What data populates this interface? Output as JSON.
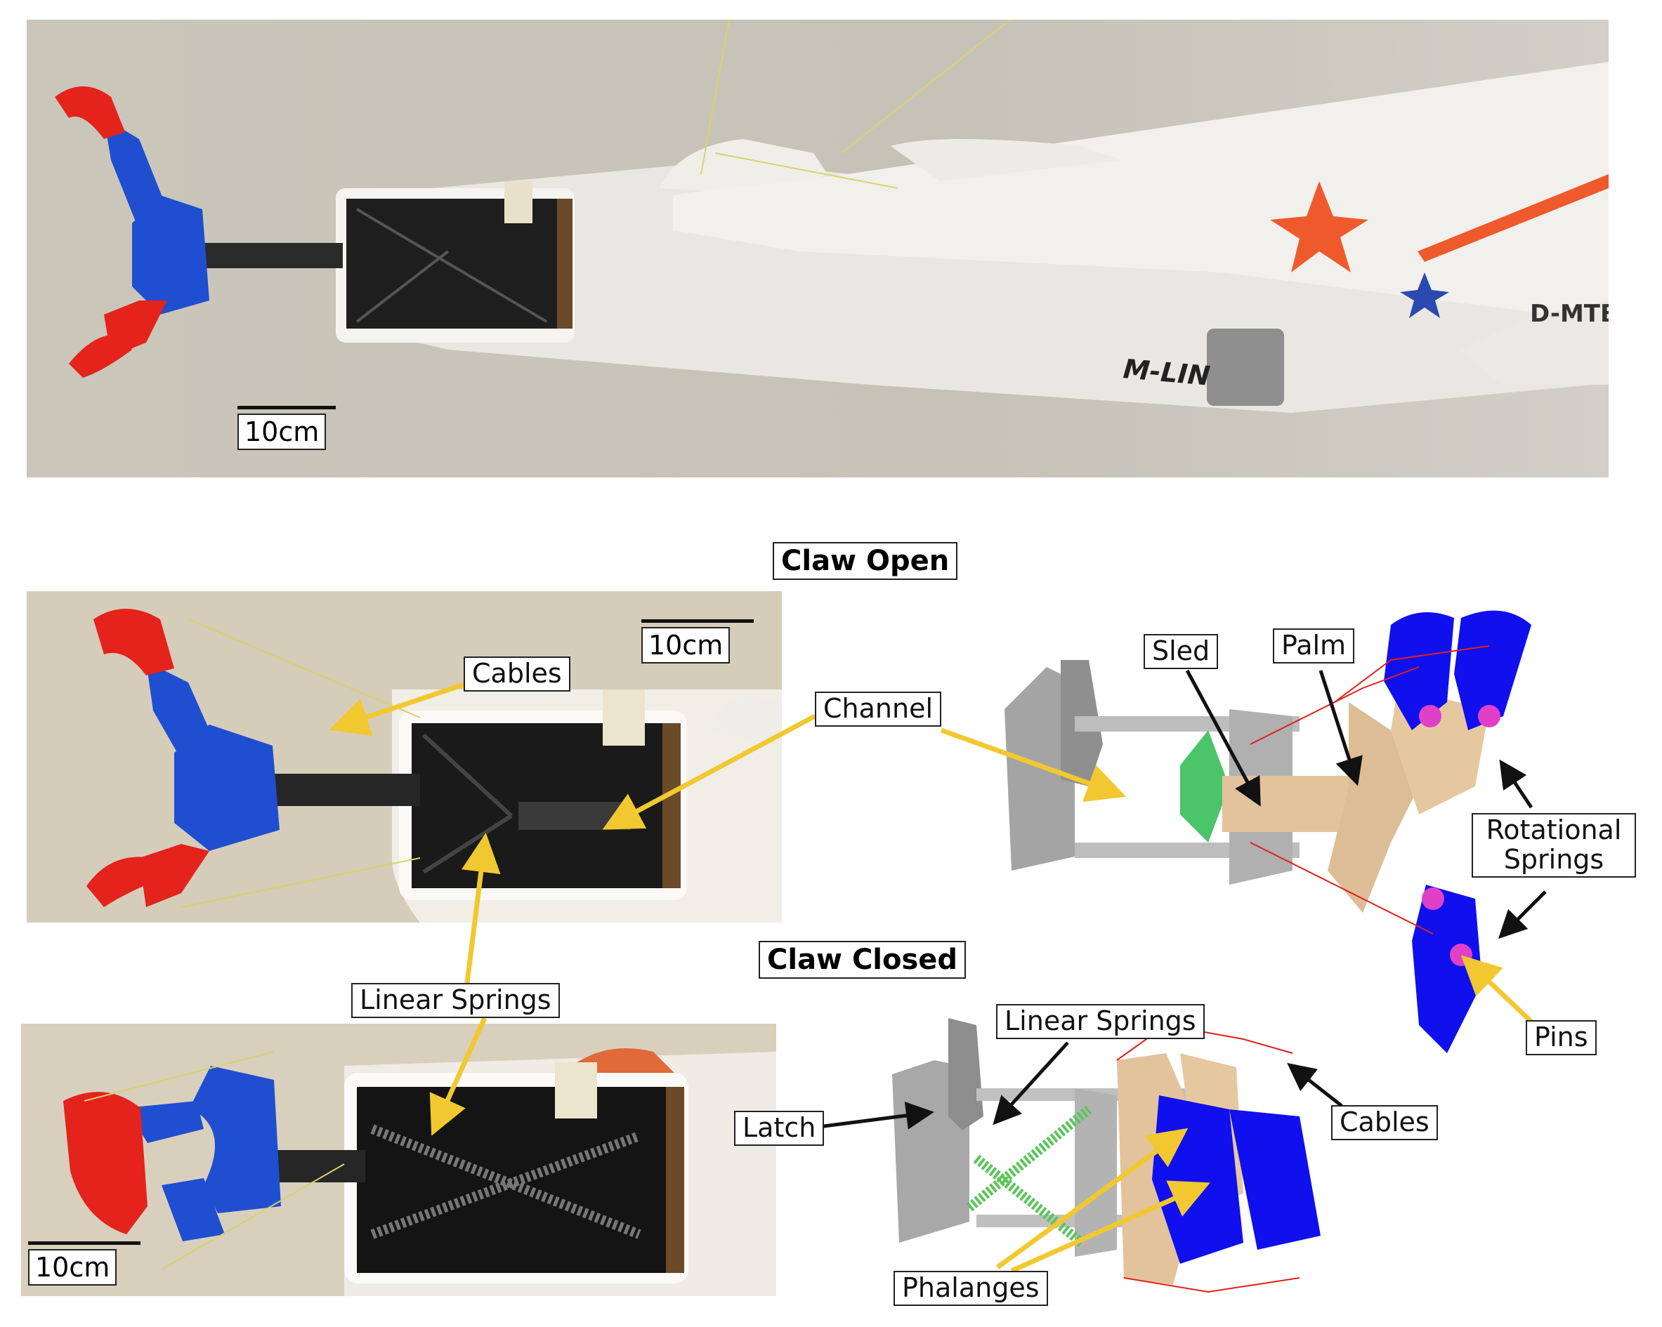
{
  "scale_bar_text": "10cm",
  "aircraft_registration": "D-MTB",
  "aircraft_brand": "M-LIN",
  "headings": {
    "claw_open": "Claw Open",
    "claw_closed": "Claw Closed"
  },
  "labels": {
    "cables_top": "Cables",
    "channel": "Channel",
    "sled": "Sled",
    "palm": "Palm",
    "rotational_springs": "Rotational Springs",
    "pins": "Pins",
    "linear_springs_left": "Linear Springs",
    "linear_springs_right": "Linear Springs",
    "latch": "Latch",
    "cables_bottom": "Cables",
    "phalanges": "Phalanges"
  },
  "colors": {
    "claw_red": "#e3231c",
    "claw_blue": "#1f4fd0",
    "cad_blue": "#1010ee",
    "cad_palm": "#e2c39c",
    "cad_gray": "#a8a8a8",
    "spring_green": "#5cc55c",
    "spring_pink": "#e040c8",
    "arrow_yellow": "#f2c830",
    "arrow_black": "#111111",
    "cable_red": "#e0201a"
  }
}
